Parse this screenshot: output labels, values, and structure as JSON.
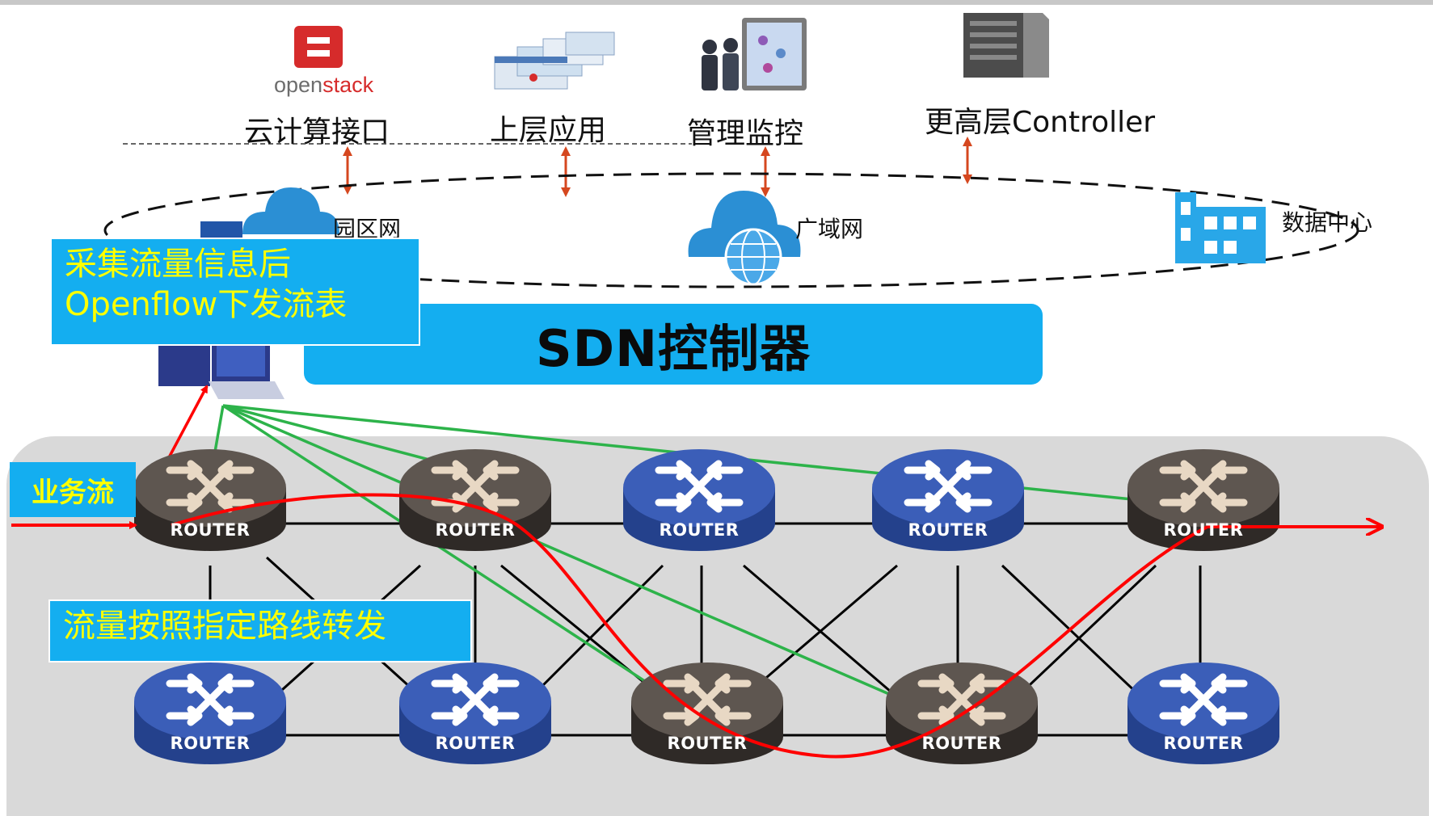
{
  "top_items": [
    {
      "label": "云计算接口",
      "icon": "openstack-logo-icon",
      "logo_parts": [
        "open",
        "stack"
      ]
    },
    {
      "label": "上层应用",
      "icon": "application-windows-icon"
    },
    {
      "label": "管理监控",
      "icon": "monitoring-people-icon"
    },
    {
      "label": "更高层Controller",
      "icon": "server-icon"
    }
  ],
  "networks": [
    {
      "label": "园区网",
      "icon": "campus-cloud-icon"
    },
    {
      "label": "广域网",
      "icon": "wan-cloud-globe-icon"
    },
    {
      "label": "数据中心",
      "icon": "datacenter-building-icon"
    }
  ],
  "controller": {
    "label": "SDN控制器"
  },
  "callout_collect": {
    "lines": [
      "采集流量信息后",
      "Openflow下发流表"
    ]
  },
  "callout_forward": {
    "text": "流量按照指定路线转发"
  },
  "flow_label": "业务流",
  "router_label": "ROUTER",
  "routers": [
    {
      "id": "r1",
      "row": "top",
      "style": "dark"
    },
    {
      "id": "r2",
      "row": "top",
      "style": "dark"
    },
    {
      "id": "r3",
      "row": "top",
      "style": "blue"
    },
    {
      "id": "r4",
      "row": "top",
      "style": "blue"
    },
    {
      "id": "r5",
      "row": "top",
      "style": "dark"
    },
    {
      "id": "r6",
      "row": "bottom",
      "style": "blue"
    },
    {
      "id": "r7",
      "row": "bottom",
      "style": "blue"
    },
    {
      "id": "r8",
      "row": "bottom",
      "style": "dark"
    },
    {
      "id": "r9",
      "row": "bottom",
      "style": "dark"
    },
    {
      "id": "r10",
      "row": "bottom",
      "style": "blue"
    }
  ],
  "colors": {
    "accent_blue": "#14aef0",
    "callout_text": "#ffff00",
    "flow_red": "#ff0000",
    "flowtable_green": "#2db34a",
    "router_dark": "#5e5650",
    "router_blue": "#3b5eb8"
  }
}
